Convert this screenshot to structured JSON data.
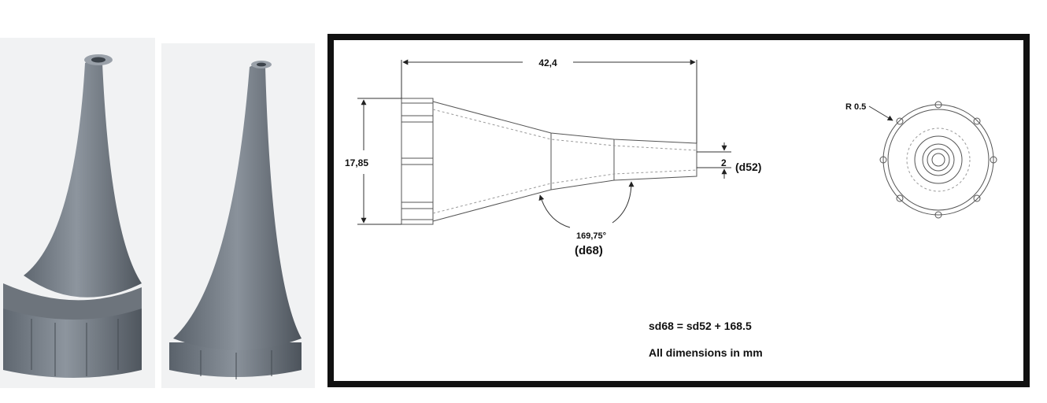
{
  "renders": [
    {
      "name": "nozzle-render-with-collar"
    },
    {
      "name": "nozzle-render-plain"
    }
  ],
  "drawing": {
    "length_dim": "42,4",
    "height_dim": "17,85",
    "tip_dim_value": "2",
    "tip_dim_param": "(d52)",
    "angle_dim_value": "169,75°",
    "angle_dim_param": "(d68)",
    "radius_label": "R 0.5",
    "relation": "sd68 = sd52 + 168.5",
    "units_note": "All dimensions in mm"
  },
  "colors": {
    "part_grey": "#7c848d",
    "part_dark": "#555d66",
    "part_light": "#a3aab2",
    "frame": "#111111",
    "line": "#333333"
  }
}
